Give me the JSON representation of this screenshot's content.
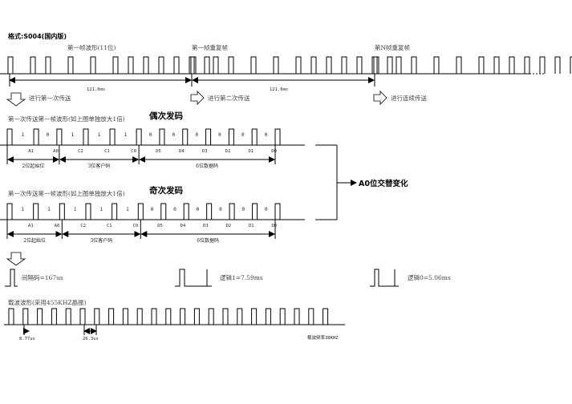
{
  "title": "格式:S004(国内版)",
  "top": {
    "frame1_label": "第一帧波形(11位)",
    "frame2_label": "第一帧重复帧",
    "frameN_label": "第N帧重复帧",
    "period1": "121.6ms",
    "period2": "121.6ms",
    "step1": "进行第一次传送",
    "step2": "进行第二次传送",
    "step3": "进行连续传送"
  },
  "even": {
    "caption": "第一次传送第一帧波形(如上图单独放大1倍)",
    "heading": "偶次发码",
    "bits": [
      "1",
      "0",
      "1",
      "1",
      "1",
      "0",
      "0",
      "0",
      "0",
      "0",
      "0"
    ],
    "names": [
      "A1",
      "A0",
      "C2",
      "C1",
      "C0",
      "D5",
      "D4",
      "D3",
      "D2",
      "D1",
      "D0"
    ],
    "groups": [
      "2位起始位",
      "3位客户码",
      "6位数据码"
    ]
  },
  "odd": {
    "caption": "第一次传送第一帧波形(如上图单独放大1倍)",
    "heading": "奇次发码",
    "bits": [
      "1",
      "1",
      "1",
      "1",
      "1",
      "0",
      "0",
      "0",
      "0",
      "0",
      "0"
    ],
    "names": [
      "A1",
      "A0",
      "C2",
      "C1",
      "C0",
      "D5",
      "D4",
      "D3",
      "D2",
      "D1",
      "D0"
    ],
    "groups": [
      "2位起始位",
      "3位客户码",
      "6位数据码"
    ]
  },
  "note": "A0位交替变化",
  "timing": {
    "gap": "间隔码=167us",
    "logic1": "逻辑1=7.59ms",
    "logic0": "逻辑0=5.06ms"
  },
  "carrier": {
    "caption": "载波波形(采用455KHZ晶振)",
    "high_time": "8.77us",
    "period": "26.3us",
    "freq": "载波频率38KHZ"
  }
}
